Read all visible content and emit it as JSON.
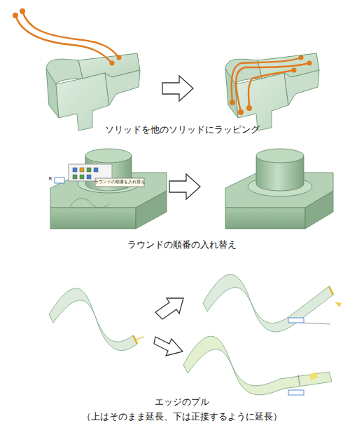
{
  "diagram": {
    "labels": [
      "ソリッドを他のソリッドにラッピング",
      "ラウンドの順番の入れ替え",
      "エッジのプル",
      "（上はそのまま延長、下は正接するように延長）",
      "ラウンドの順番を入れ替え",
      "R"
    ]
  }
}
